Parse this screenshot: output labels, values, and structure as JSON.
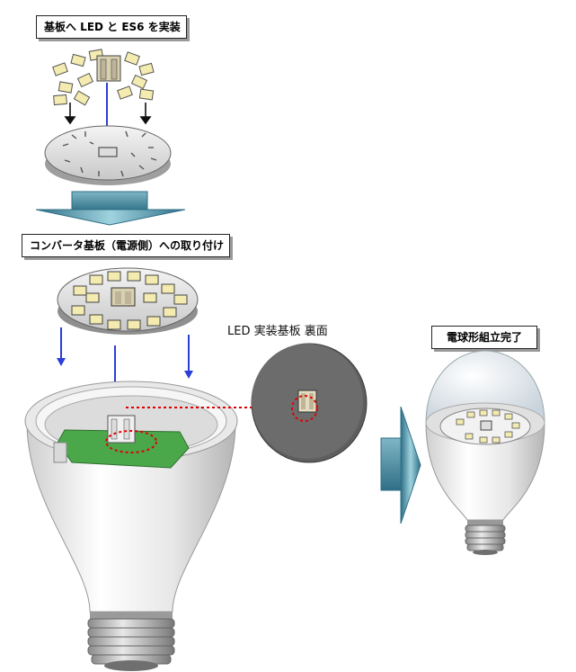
{
  "steps": {
    "mount": "基板へ LED と ES6 を実装",
    "attach": "コンバータ基板（電源側）への取り付け",
    "complete": "電球形組立完了"
  },
  "rear_view_label": "LED 実装基板 裏面",
  "colors": {
    "flow_arrow": "#6fa9b8",
    "blue_arrow": "#2b3fd6",
    "highlight": "#e00000",
    "pcb": "#4aa84a",
    "led": "#f4ebb0"
  }
}
